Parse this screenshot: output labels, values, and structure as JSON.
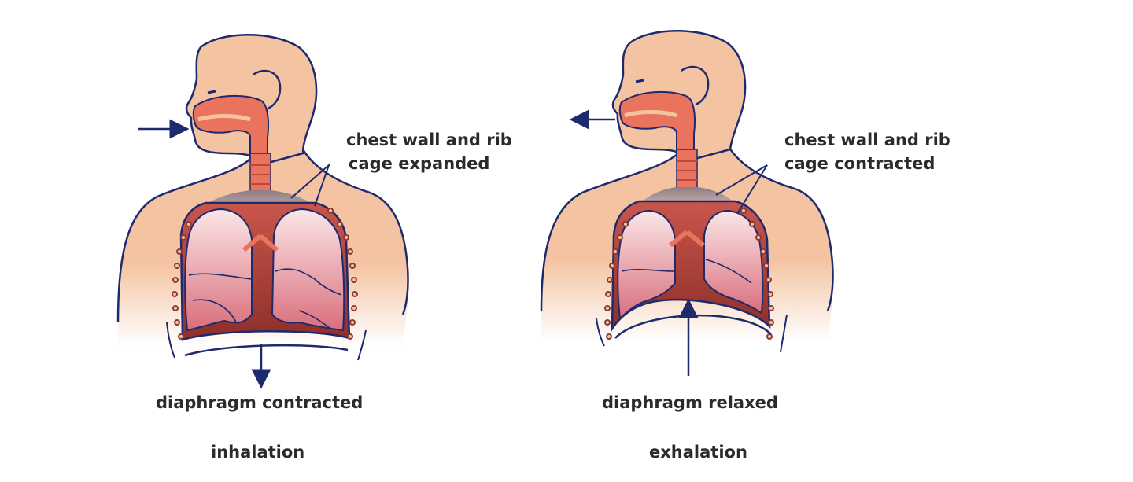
{
  "colors": {
    "skin": "#f4c4a2",
    "outline": "#1e2a6e",
    "airway": "#e9735c",
    "lung_light": "#fbe6e8",
    "lung_dark": "#d96f7c",
    "chest_core": "#a33a32",
    "arrow": "#1e2a6e",
    "text": "#2b2b2b"
  },
  "panels": [
    {
      "rib_label_line1": "chest wall and rib",
      "rib_label_line2": "cage expanded",
      "diaphragm_label": "diaphragm contracted",
      "caption": "inhalation",
      "airflow": "in",
      "diaphragm_motion": "down"
    },
    {
      "rib_label_line1": "chest wall and rib",
      "rib_label_line2": "cage contracted",
      "diaphragm_label": "diaphragm relaxed",
      "caption": "exhalation",
      "airflow": "out",
      "diaphragm_motion": "up"
    }
  ]
}
